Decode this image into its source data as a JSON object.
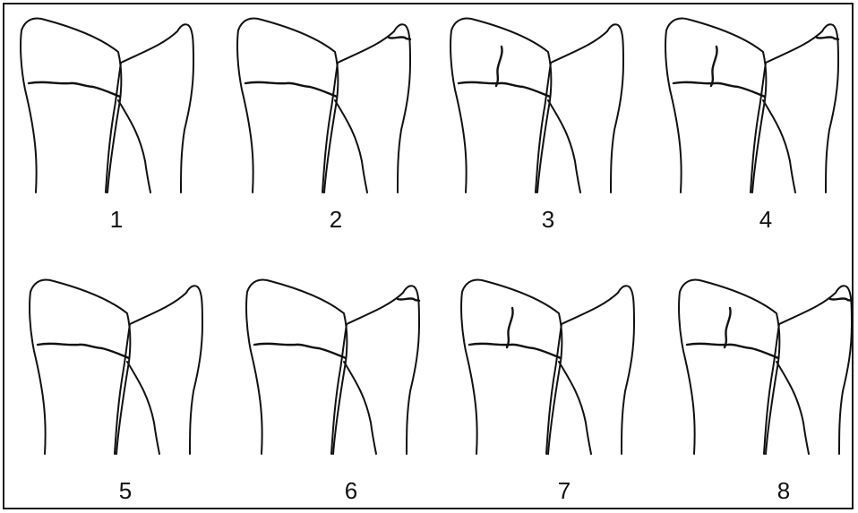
{
  "figure": {
    "panels": [
      {
        "label": "1",
        "ulnar_styloid_fracture": false,
        "radial_intra_articular_line": false
      },
      {
        "label": "2",
        "ulnar_styloid_fracture": true,
        "radial_intra_articular_line": false
      },
      {
        "label": "3",
        "ulnar_styloid_fracture": false,
        "radial_intra_articular_line": true
      },
      {
        "label": "4",
        "ulnar_styloid_fracture": true,
        "radial_intra_articular_line": true
      },
      {
        "label": "5",
        "ulnar_styloid_fracture": false,
        "radial_intra_articular_line": false
      },
      {
        "label": "6",
        "ulnar_styloid_fracture": true,
        "radial_intra_articular_line": false
      },
      {
        "label": "7",
        "ulnar_styloid_fracture": false,
        "radial_intra_articular_line": true
      },
      {
        "label": "8",
        "ulnar_styloid_fracture": true,
        "radial_intra_articular_line": true
      }
    ],
    "colors": {
      "line": "#111111",
      "background": "#ffffff",
      "border": "#1a1a1a"
    }
  }
}
